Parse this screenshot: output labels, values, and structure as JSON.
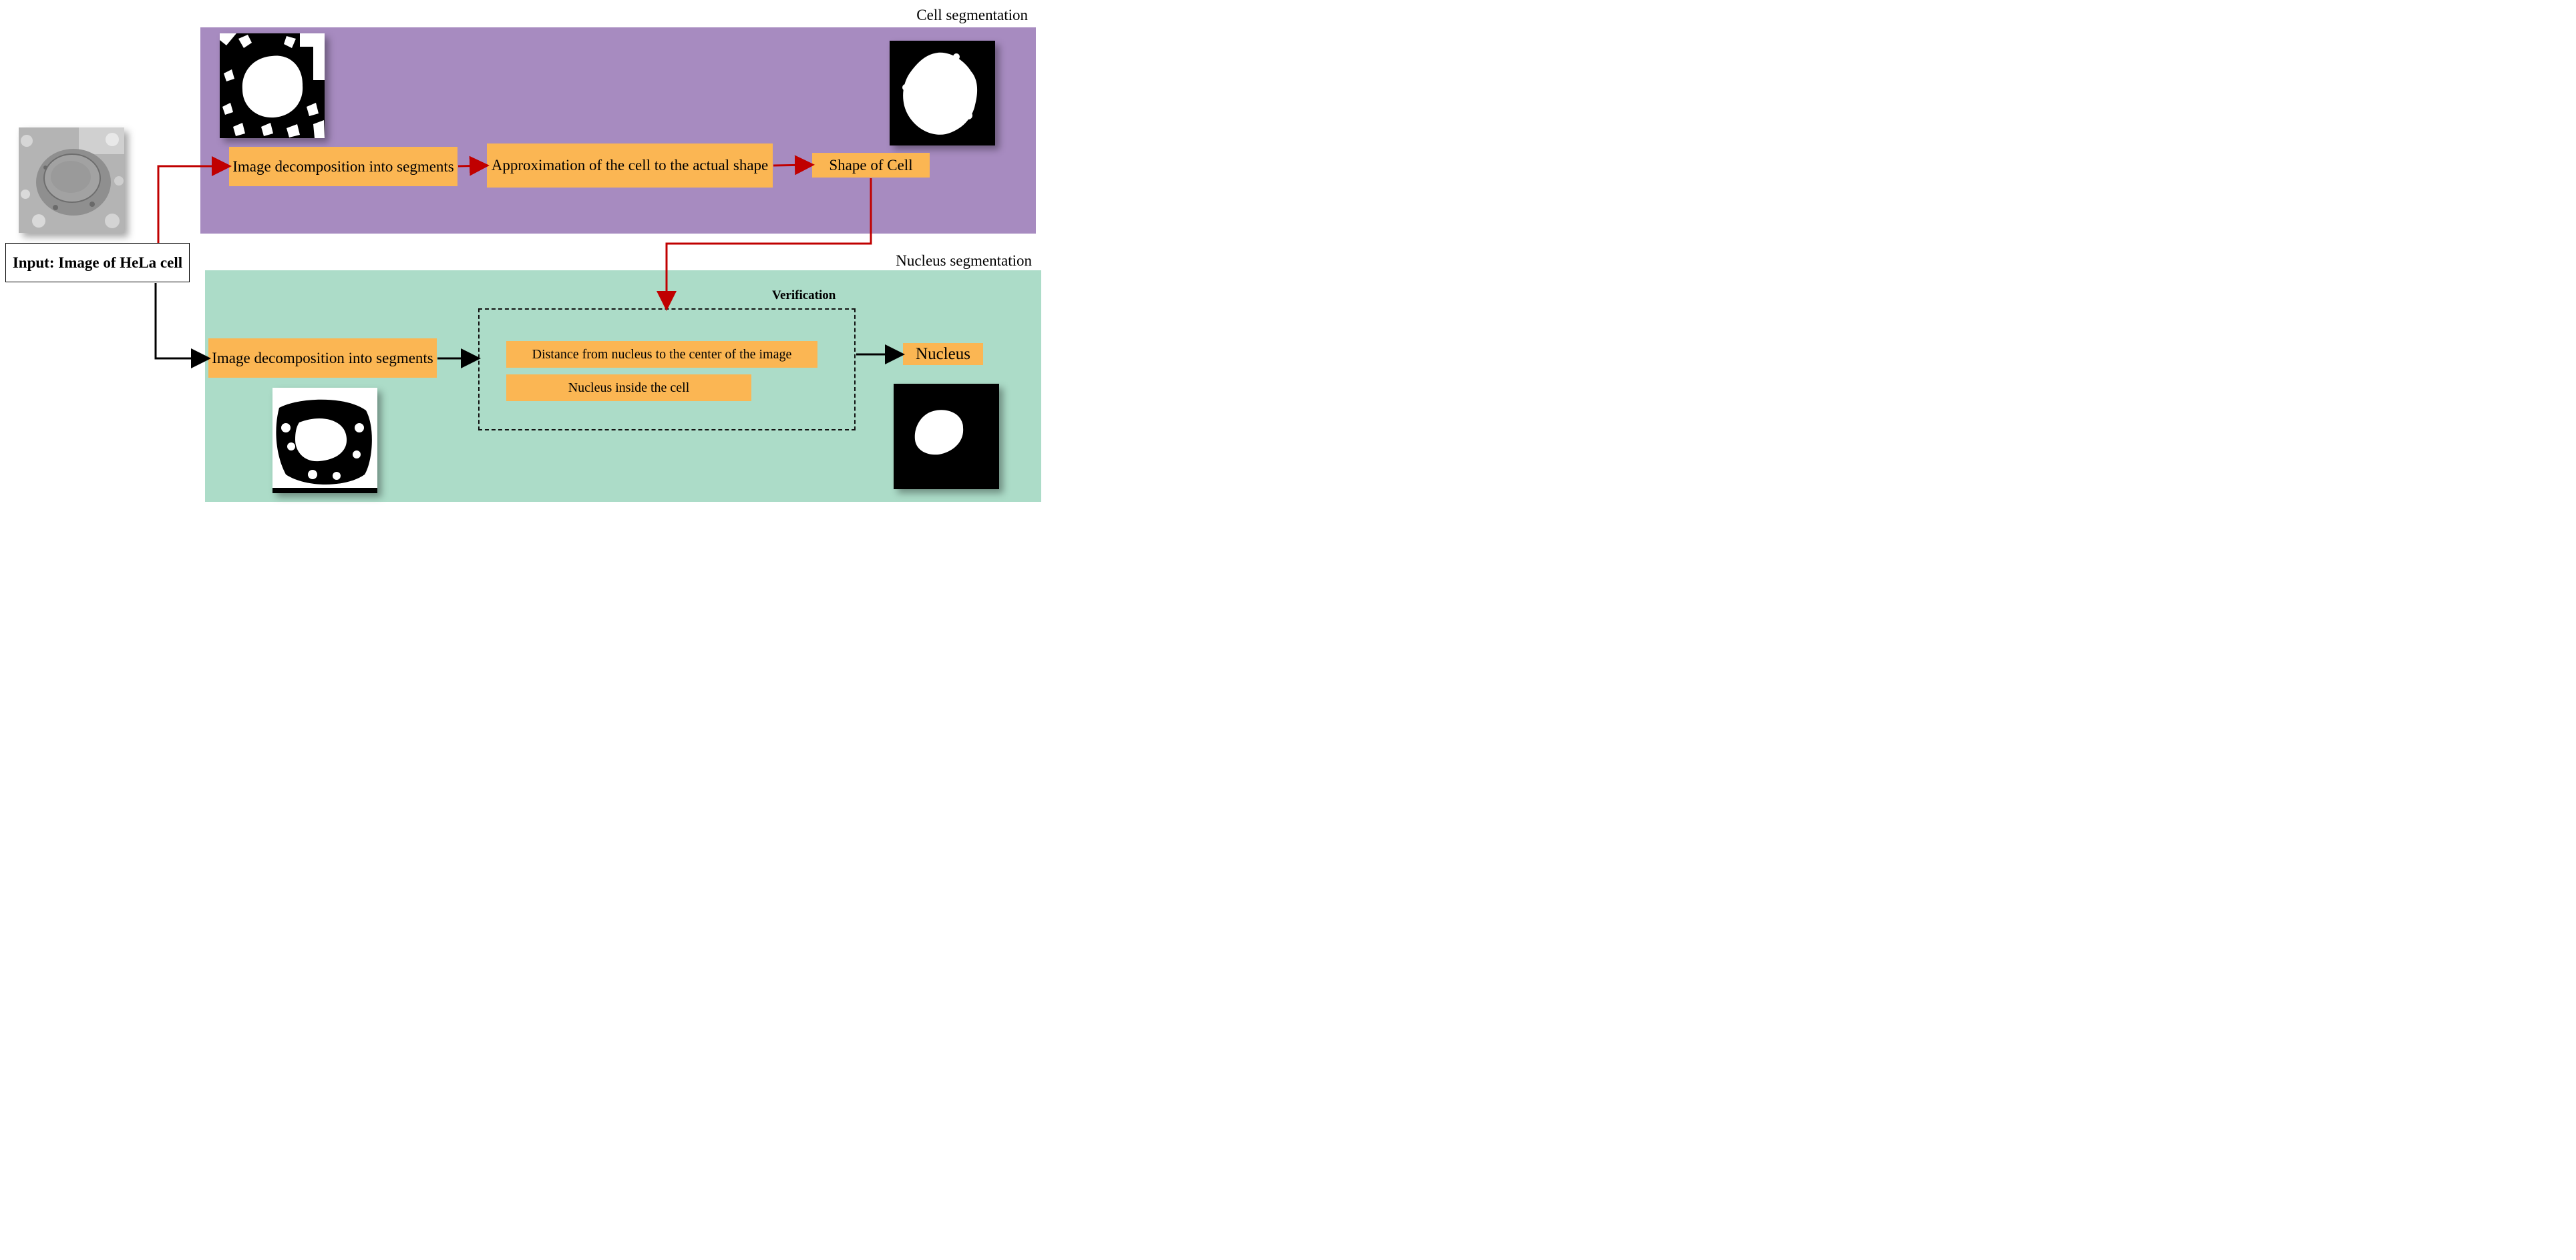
{
  "sections": {
    "cell": "Cell segmentation",
    "nucleus": "Nucleus segmentation"
  },
  "input": "Input: Image of HeLa cell",
  "cell_flow": {
    "step1": "Image decomposition into segments",
    "step2": "Approximation of the cell to the actual shape",
    "step3": "Shape of Cell"
  },
  "nucleus_flow": {
    "step1": "Image decomposition into segments",
    "verification_title": "Verification",
    "check1": "Distance from nucleus to the center of the image",
    "check2": "Nucleus inside the cell",
    "output": "Nucleus"
  },
  "colors": {
    "cell_panel": "#a78bc0",
    "nucleus_panel": "#acdcc8",
    "step_box": "#fbb653",
    "red_arrow": "#c00000",
    "black_arrow": "#000000"
  }
}
